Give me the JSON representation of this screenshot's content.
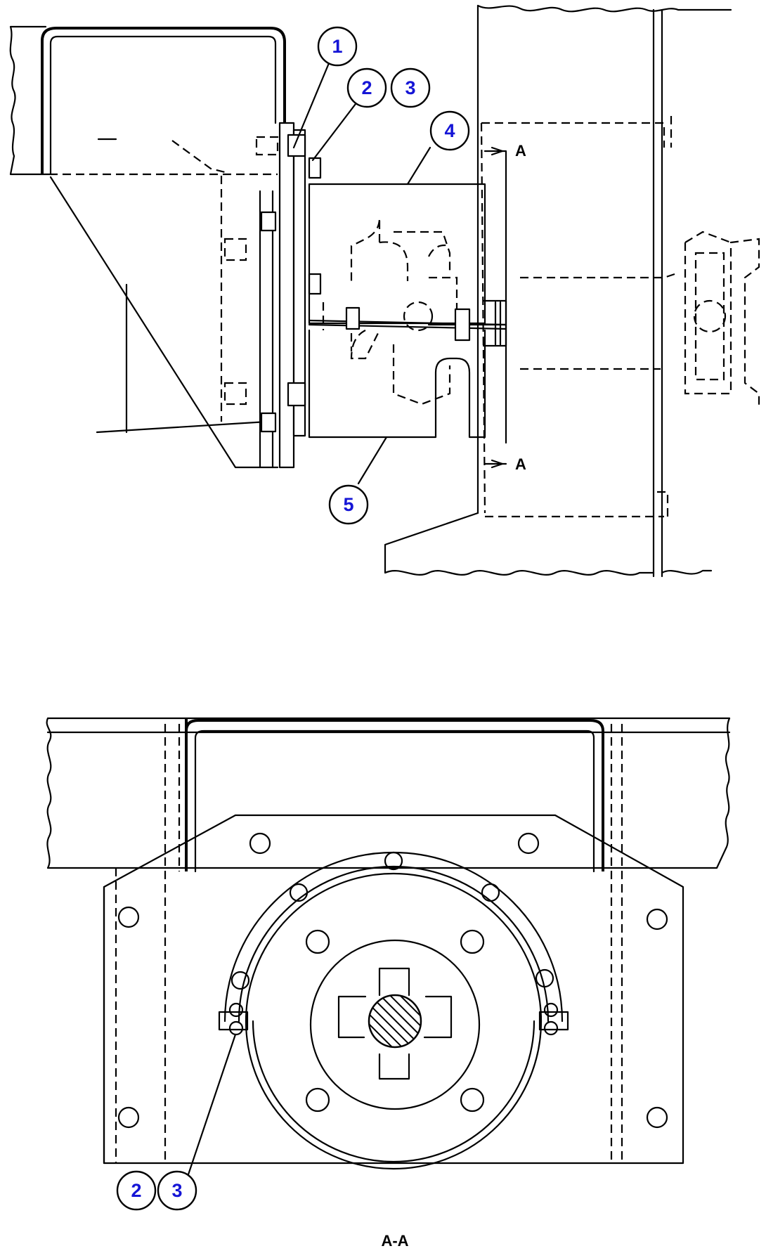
{
  "diagram": {
    "top_view": {
      "callouts": [
        "1",
        "2",
        "3",
        "4",
        "5"
      ],
      "section_marks": [
        "A",
        "A"
      ]
    },
    "section_view": {
      "callouts": [
        "2",
        "3"
      ],
      "title": "A-A"
    },
    "colors": {
      "line": "#000000",
      "callout_text": "#1515d6",
      "background": "#ffffff"
    }
  }
}
